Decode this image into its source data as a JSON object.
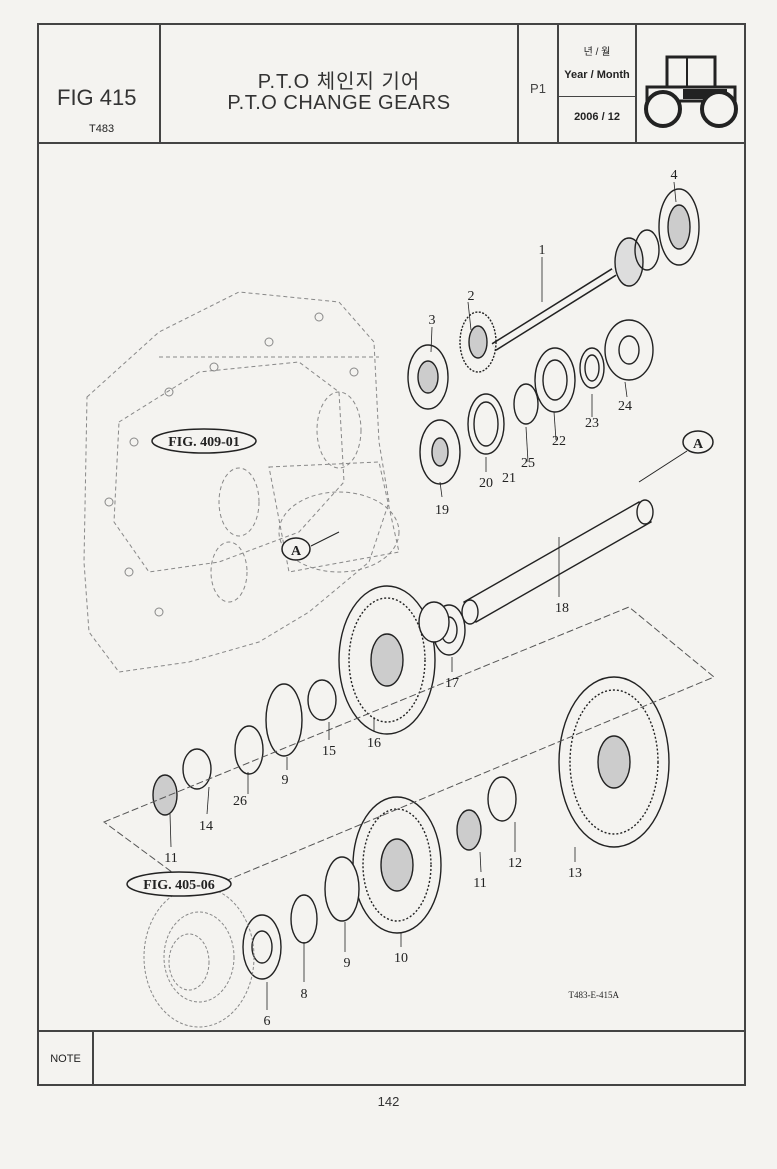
{
  "header": {
    "fig_number": "FIG 415",
    "model": "T483",
    "title_korean": "P.T.O 체인지 기어",
    "title_english": "P.T.O CHANGE GEARS",
    "page_code": "P1",
    "year_month_korean": "년 / 월",
    "year_month_english": "Year / Month",
    "date": "2006 / 12"
  },
  "diagram": {
    "references": {
      "fig_409": "FIG. 409-01",
      "fig_405": "FIG. 405-06",
      "marker": "A"
    },
    "drawing_number": "T483-E-415A",
    "callouts": [
      "1",
      "2",
      "3",
      "4",
      "6",
      "8",
      "9",
      "9",
      "10",
      "11",
      "11",
      "12",
      "13",
      "14",
      "15",
      "16",
      "17",
      "18",
      "19",
      "20",
      "21",
      "22",
      "23",
      "24",
      "25",
      "26"
    ]
  },
  "footer": {
    "note_label": "NOTE",
    "page_number": "142"
  }
}
